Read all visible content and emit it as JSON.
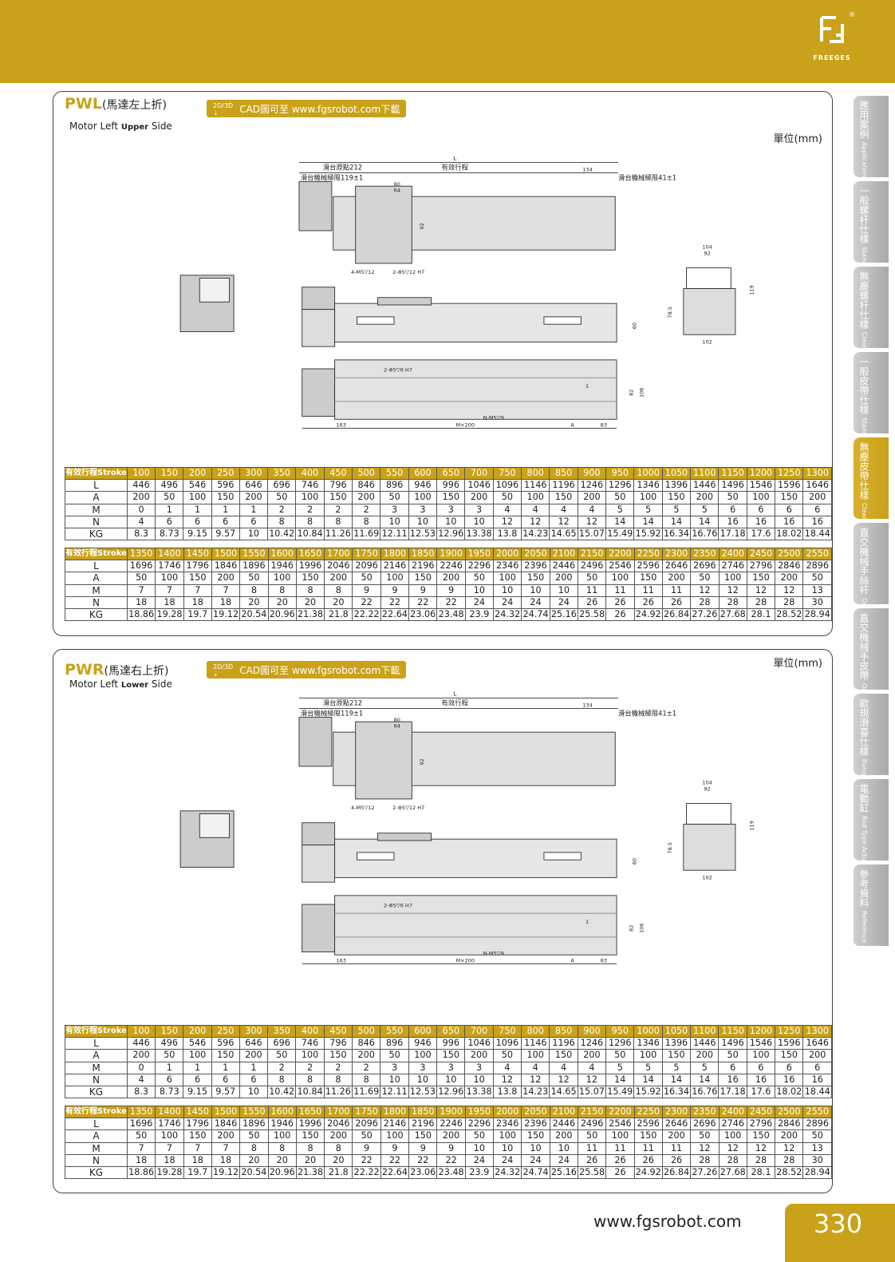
{
  "brand": {
    "name": "FREEGES",
    "registered": "®"
  },
  "side_tabs": [
    {
      "cn": "應用案例",
      "en": "Application",
      "active": false
    },
    {
      "cn": "一般螺杆仕樣",
      "en": "Standard Ball Screw",
      "active": false
    },
    {
      "cn": "無塵螺杆仕樣",
      "en": "Clean Room Ball Screw",
      "active": false
    },
    {
      "cn": "一般皮帶仕樣",
      "en": "Standard Belt Type",
      "active": false
    },
    {
      "cn": "無塵皮帶仕樣",
      "en": "Clean Room Belt Screw",
      "active": true
    },
    {
      "cn": "直交機械手絲杆",
      "en": "Orthogonal Manipulator",
      "active": false
    },
    {
      "cn": "直交機械手皮帶",
      "en": "Orthogonal Manipulator",
      "active": false
    },
    {
      "cn": "歐規滑臺仕樣",
      "en": "European Type",
      "active": false
    },
    {
      "cn": "電動缸",
      "en": "Rod Type Actuator",
      "active": false
    },
    {
      "cn": "參考資料",
      "en": "Reference",
      "active": false
    }
  ],
  "sections": [
    {
      "code": "PWL",
      "title_cn": "(馬達左上折)",
      "subtitle_a": "Motor Left ",
      "subtitle_b": "Upper",
      "subtitle_c": " Side",
      "cad_badge": "2D/3D",
      "cad_text": "CAD圖可至 www.fgsrobot.com下載",
      "unit": "單位(mm)",
      "drawing": {
        "l_label": "L",
        "origin": "滑台原點212",
        "stroke": "有效行程",
        "mech_limit_left": "滑台機械極限119±1",
        "mech_limit_right": "滑台機械極限41±1",
        "dim_134": "134",
        "dim_80": "80",
        "dim_64": "64",
        "dim_92": "92",
        "hole_m5": "4-M5▽12",
        "hole_pin": "2-Φ5▽12 H7",
        "dim_104": "104",
        "dim_92b": "92",
        "dim_119": "119",
        "dim_785": "78.5",
        "dim_60": "60",
        "dim_102": "102",
        "hole_bottom": "2-Φ5▽6 H7",
        "dim_82": "82",
        "dim_106": "106",
        "dim_1": "1",
        "hole_n": "N-M5▽9",
        "dim_163": "163",
        "dim_m200": "M×200",
        "dim_a": "A",
        "dim_83": "83"
      }
    },
    {
      "code": "PWR",
      "title_cn": "(馬達右上折)",
      "subtitle_a": "Motor Left ",
      "subtitle_b": "Lower",
      "subtitle_c": " Side",
      "cad_badge": "2D/3D",
      "cad_text": "CAD圖可至 www.fgsrobot.com下載",
      "unit": "單位(mm)",
      "drawing": {
        "l_label": "L",
        "origin": "滑台原點212",
        "stroke": "有效行程",
        "mech_limit_left": "滑台機械極限119±1",
        "mech_limit_right": "滑台機械極限41±1",
        "dim_134": "134",
        "dim_80": "80",
        "dim_64": "64",
        "dim_92": "92",
        "hole_m5": "4-M5▽12",
        "hole_pin": "2-Φ5▽12 H7",
        "dim_104": "104",
        "dim_92b": "92",
        "dim_119": "119",
        "dim_785": "78.5",
        "dim_60": "60",
        "dim_102": "102",
        "hole_bottom": "2-Φ5▽6 H7",
        "dim_82": "82",
        "dim_106": "106",
        "dim_1": "1",
        "hole_n": "N-M5▽9",
        "dim_163": "163",
        "dim_m200": "M×200",
        "dim_a": "A",
        "dim_83": "83"
      }
    }
  ],
  "spec_table": {
    "header_label": "有效行程Stroke",
    "row_labels": [
      "L",
      "A",
      "M",
      "N",
      "KG"
    ],
    "block1": {
      "stroke": [
        "100",
        "150",
        "200",
        "250",
        "300",
        "350",
        "400",
        "450",
        "500",
        "550",
        "600",
        "650",
        "700",
        "750",
        "800",
        "850",
        "900",
        "950",
        "1000",
        "1050",
        "1100",
        "1150",
        "1200",
        "1250",
        "1300"
      ],
      "L": [
        "446",
        "496",
        "546",
        "596",
        "646",
        "696",
        "746",
        "796",
        "846",
        "896",
        "946",
        "996",
        "1046",
        "1096",
        "1146",
        "1196",
        "1246",
        "1296",
        "1346",
        "1396",
        "1446",
        "1496",
        "1546",
        "1596",
        "1646"
      ],
      "A": [
        "200",
        "50",
        "100",
        "150",
        "200",
        "50",
        "100",
        "150",
        "200",
        "50",
        "100",
        "150",
        "200",
        "50",
        "100",
        "150",
        "200",
        "50",
        "100",
        "150",
        "200",
        "50",
        "100",
        "150",
        "200"
      ],
      "M": [
        "0",
        "1",
        "1",
        "1",
        "1",
        "2",
        "2",
        "2",
        "2",
        "3",
        "3",
        "3",
        "3",
        "4",
        "4",
        "4",
        "4",
        "5",
        "5",
        "5",
        "5",
        "6",
        "6",
        "6",
        "6"
      ],
      "N": [
        "4",
        "6",
        "6",
        "6",
        "6",
        "8",
        "8",
        "8",
        "8",
        "10",
        "10",
        "10",
        "10",
        "12",
        "12",
        "12",
        "12",
        "14",
        "14",
        "14",
        "14",
        "16",
        "16",
        "16",
        "16"
      ],
      "KG": [
        "8.3",
        "8.73",
        "9.15",
        "9.57",
        "10",
        "10.42",
        "10.84",
        "11.26",
        "11.69",
        "12.11",
        "12.53",
        "12.96",
        "13.38",
        "13.8",
        "14.23",
        "14.65",
        "15.07",
        "15.49",
        "15.92",
        "16.34",
        "16.76",
        "17.18",
        "17.6",
        "18.02",
        "18.44"
      ]
    },
    "block2": {
      "stroke": [
        "1350",
        "1400",
        "1450",
        "1500",
        "1550",
        "1600",
        "1650",
        "1700",
        "1750",
        "1800",
        "1850",
        "1900",
        "1950",
        "2000",
        "2050",
        "2100",
        "2150",
        "2200",
        "2250",
        "2300",
        "2350",
        "2400",
        "2450",
        "2500",
        "2550"
      ],
      "L": [
        "1696",
        "1746",
        "1796",
        "1846",
        "1896",
        "1946",
        "1996",
        "2046",
        "2096",
        "2146",
        "2196",
        "2246",
        "2296",
        "2346",
        "2396",
        "2446",
        "2496",
        "2546",
        "2596",
        "2646",
        "2696",
        "2746",
        "2796",
        "2846",
        "2896"
      ],
      "A": [
        "50",
        "100",
        "150",
        "200",
        "50",
        "100",
        "150",
        "200",
        "50",
        "100",
        "150",
        "200",
        "50",
        "100",
        "150",
        "200",
        "50",
        "100",
        "150",
        "200",
        "50",
        "100",
        "150",
        "200",
        "50"
      ],
      "M": [
        "7",
        "7",
        "7",
        "7",
        "8",
        "8",
        "8",
        "8",
        "9",
        "9",
        "9",
        "9",
        "10",
        "10",
        "10",
        "10",
        "11",
        "11",
        "11",
        "11",
        "12",
        "12",
        "12",
        "12",
        "13"
      ],
      "N": [
        "18",
        "18",
        "18",
        "18",
        "20",
        "20",
        "20",
        "20",
        "22",
        "22",
        "22",
        "22",
        "24",
        "24",
        "24",
        "24",
        "26",
        "26",
        "26",
        "26",
        "28",
        "28",
        "28",
        "28",
        "30"
      ],
      "KG": [
        "18.86",
        "19.28",
        "19.7",
        "19.12",
        "20.54",
        "20.96",
        "21.38",
        "21.8",
        "22.22",
        "22.64",
        "23.06",
        "23.48",
        "23.9",
        "24.32",
        "24.74",
        "25.16",
        "25.58",
        "26",
        "24.92",
        "26.84",
        "27.26",
        "27.68",
        "28.1",
        "28.52",
        "28.94"
      ]
    }
  },
  "footer": {
    "url": "www.fgsrobot.com",
    "page": "330"
  }
}
